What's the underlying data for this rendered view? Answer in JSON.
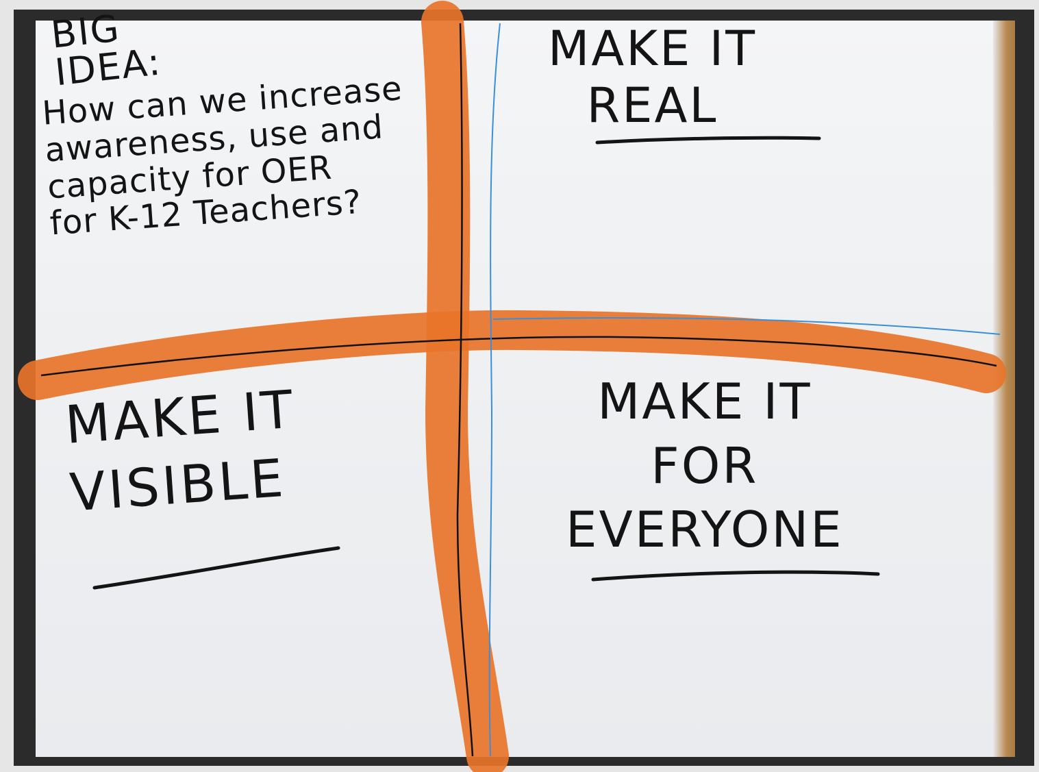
{
  "photo": {
    "big_idea_label": "BIG\nIDEA:",
    "question": "How can we increase\nawareness, use and\ncapacity for OER\nfor K-12 Teachers?",
    "quadrant_top_right": "MAKE IT\nREAL",
    "quadrant_bottom_left": "MAKE IT\nVISIBLE",
    "quadrant_bottom_right": "MAKE IT\nFOR\nEVERYONE"
  },
  "colors": {
    "marker_orange": "#e8742a",
    "ink": "#141414",
    "blue_line": "#3a8fd6",
    "frame": "#2b2b2b"
  }
}
